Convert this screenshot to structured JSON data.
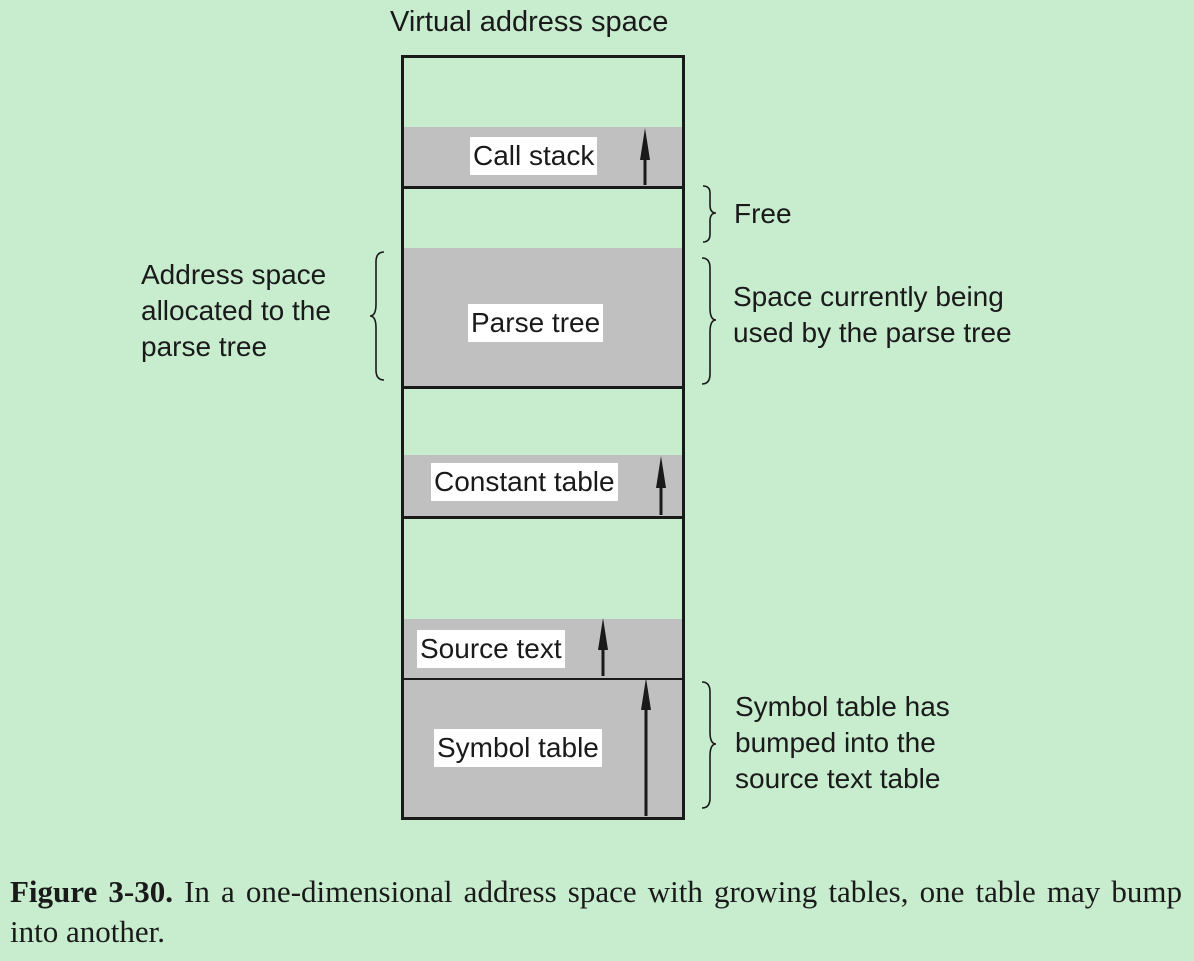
{
  "diagram": {
    "title": "Virtual address space",
    "segments": {
      "call_stack": "Call stack",
      "parse_tree": "Parse tree",
      "constant_table": "Constant table",
      "source_text": "Source text",
      "symbol_table": "Symbol table"
    },
    "annotations": {
      "free": "Free",
      "parse_tree_used": [
        "Space currently being",
        "used by the parse tree"
      ],
      "parse_tree_allocated": [
        "Address space",
        "allocated to the",
        "parse tree"
      ],
      "symbol_bumped": [
        "Symbol table has",
        "bumped into the",
        "source text table"
      ]
    },
    "colors": {
      "background": "#c7ecce",
      "segment_fill": "#c0c0c0",
      "label_fill": "#ffffff",
      "ink": "#1a1a1a"
    }
  },
  "caption": {
    "label": "Figure 3-30.",
    "text": "In a one-dimensional address space with growing tables, one table may bump into another."
  }
}
